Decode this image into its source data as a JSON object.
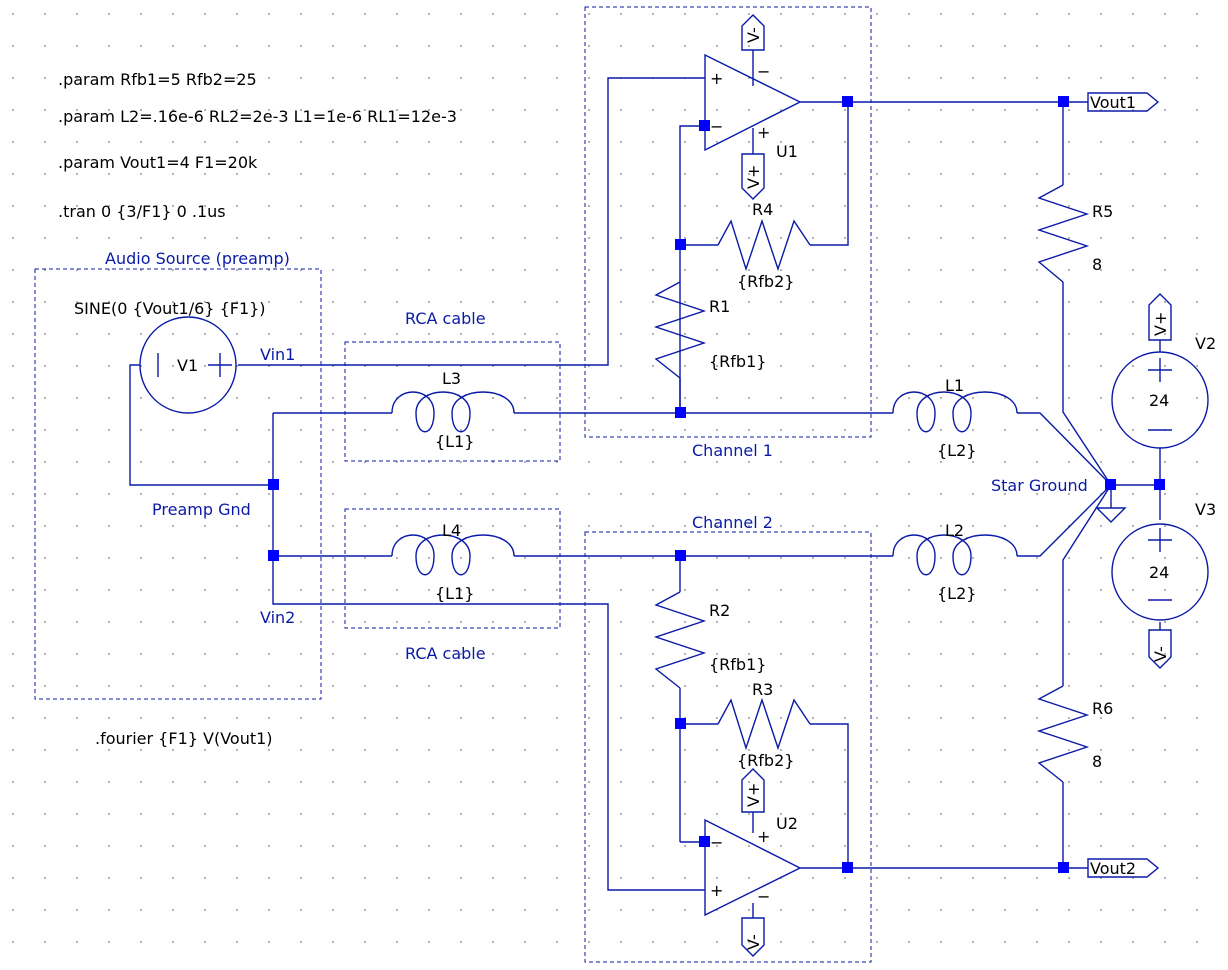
{
  "directives": {
    "param1": ".param Rfb1=5 Rfb2=25",
    "param2": ".param L2=.16e-6 RL2=2e-3 L1=1e-6 RL1=12e-3",
    "param3": ".param Vout1=4 F1=20k",
    "tran": ".tran 0 {3/F1} 0 .1us",
    "fourier": ".fourier {F1} V(Vout1)"
  },
  "groups": {
    "audio_source": "Audio Source (preamp)",
    "rca_cable_top": "RCA cable",
    "rca_cable_bottom": "RCA cable",
    "channel1": "Channel 1",
    "channel2": "Channel 2"
  },
  "nets": {
    "vin1": "Vin1",
    "vin2": "Vin2",
    "preamp_gnd": "Preamp Gnd",
    "star_ground": "Star Ground",
    "vout1": "Vout1",
    "vout2": "Vout2"
  },
  "components": {
    "v1": {
      "name": "V1",
      "value": "SINE(0 {Vout1/6} {F1})"
    },
    "v2": {
      "name": "V2",
      "value": "24"
    },
    "v3": {
      "name": "V3",
      "value": "24"
    },
    "u1": {
      "name": "U1"
    },
    "u2": {
      "name": "U2"
    },
    "r1": {
      "name": "R1",
      "value": "{Rfb1}"
    },
    "r2": {
      "name": "R2",
      "value": "{Rfb1}"
    },
    "r3": {
      "name": "R3",
      "value": "{Rfb2}"
    },
    "r4": {
      "name": "R4",
      "value": "{Rfb2}"
    },
    "r5": {
      "name": "R5",
      "value": "8"
    },
    "r6": {
      "name": "R6",
      "value": "8"
    },
    "l1": {
      "name": "L1",
      "value": "{L2}"
    },
    "l2": {
      "name": "L2",
      "value": "{L2}"
    },
    "l3": {
      "name": "L3",
      "value": "{L1}"
    },
    "l4": {
      "name": "L4",
      "value": "{L1}"
    }
  },
  "supply_labels": {
    "vminus": "V-",
    "vplus": "V+"
  },
  "pin_marks": {
    "plus": "+",
    "minus": "−"
  },
  "colors": {
    "wire": "#0a1aa8",
    "node": "#0000ff",
    "text": "#000000",
    "net_label": "#0a1aa8",
    "grid_dot": "#9a9a9a"
  }
}
